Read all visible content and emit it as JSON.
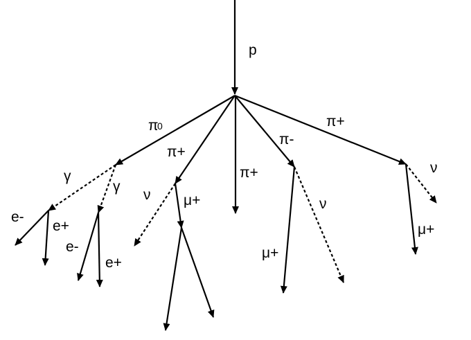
{
  "diagram": {
    "labels": {
      "proton": "p",
      "pi0": "π",
      "pi0_sub": "0",
      "pi_plus_left": "π+",
      "pi_plus_center": "π+",
      "pi_minus": "π-",
      "pi_plus_right": "π+",
      "gamma_left": "γ",
      "gamma_right": "γ",
      "e_minus_1": "e-",
      "e_plus_1": "e+",
      "e_minus_2": "e-",
      "e_plus_2": "e+",
      "nu_left": "ν",
      "mu_plus_left": "μ+",
      "mu_plus_middle": "μ+",
      "nu_middle": "ν",
      "nu_right": "ν",
      "mu_plus_right": "μ+"
    }
  }
}
